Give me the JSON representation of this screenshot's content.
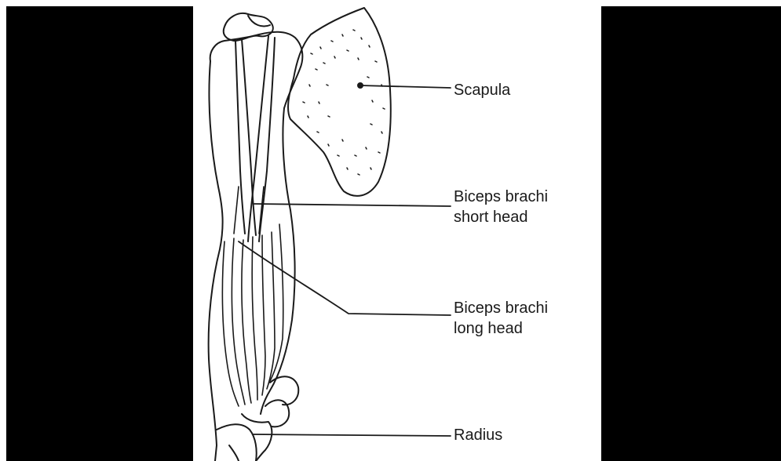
{
  "labels": {
    "scapula": "Scapula",
    "short_head_line1": "Biceps brachi",
    "short_head_line2": "short head",
    "long_head_line1": "Biceps brachi",
    "long_head_line2": "long head",
    "radius": "Radius"
  },
  "colors": {
    "background": "#ffffff",
    "side_bars": "#000000",
    "ink": "#1a1a1a"
  }
}
